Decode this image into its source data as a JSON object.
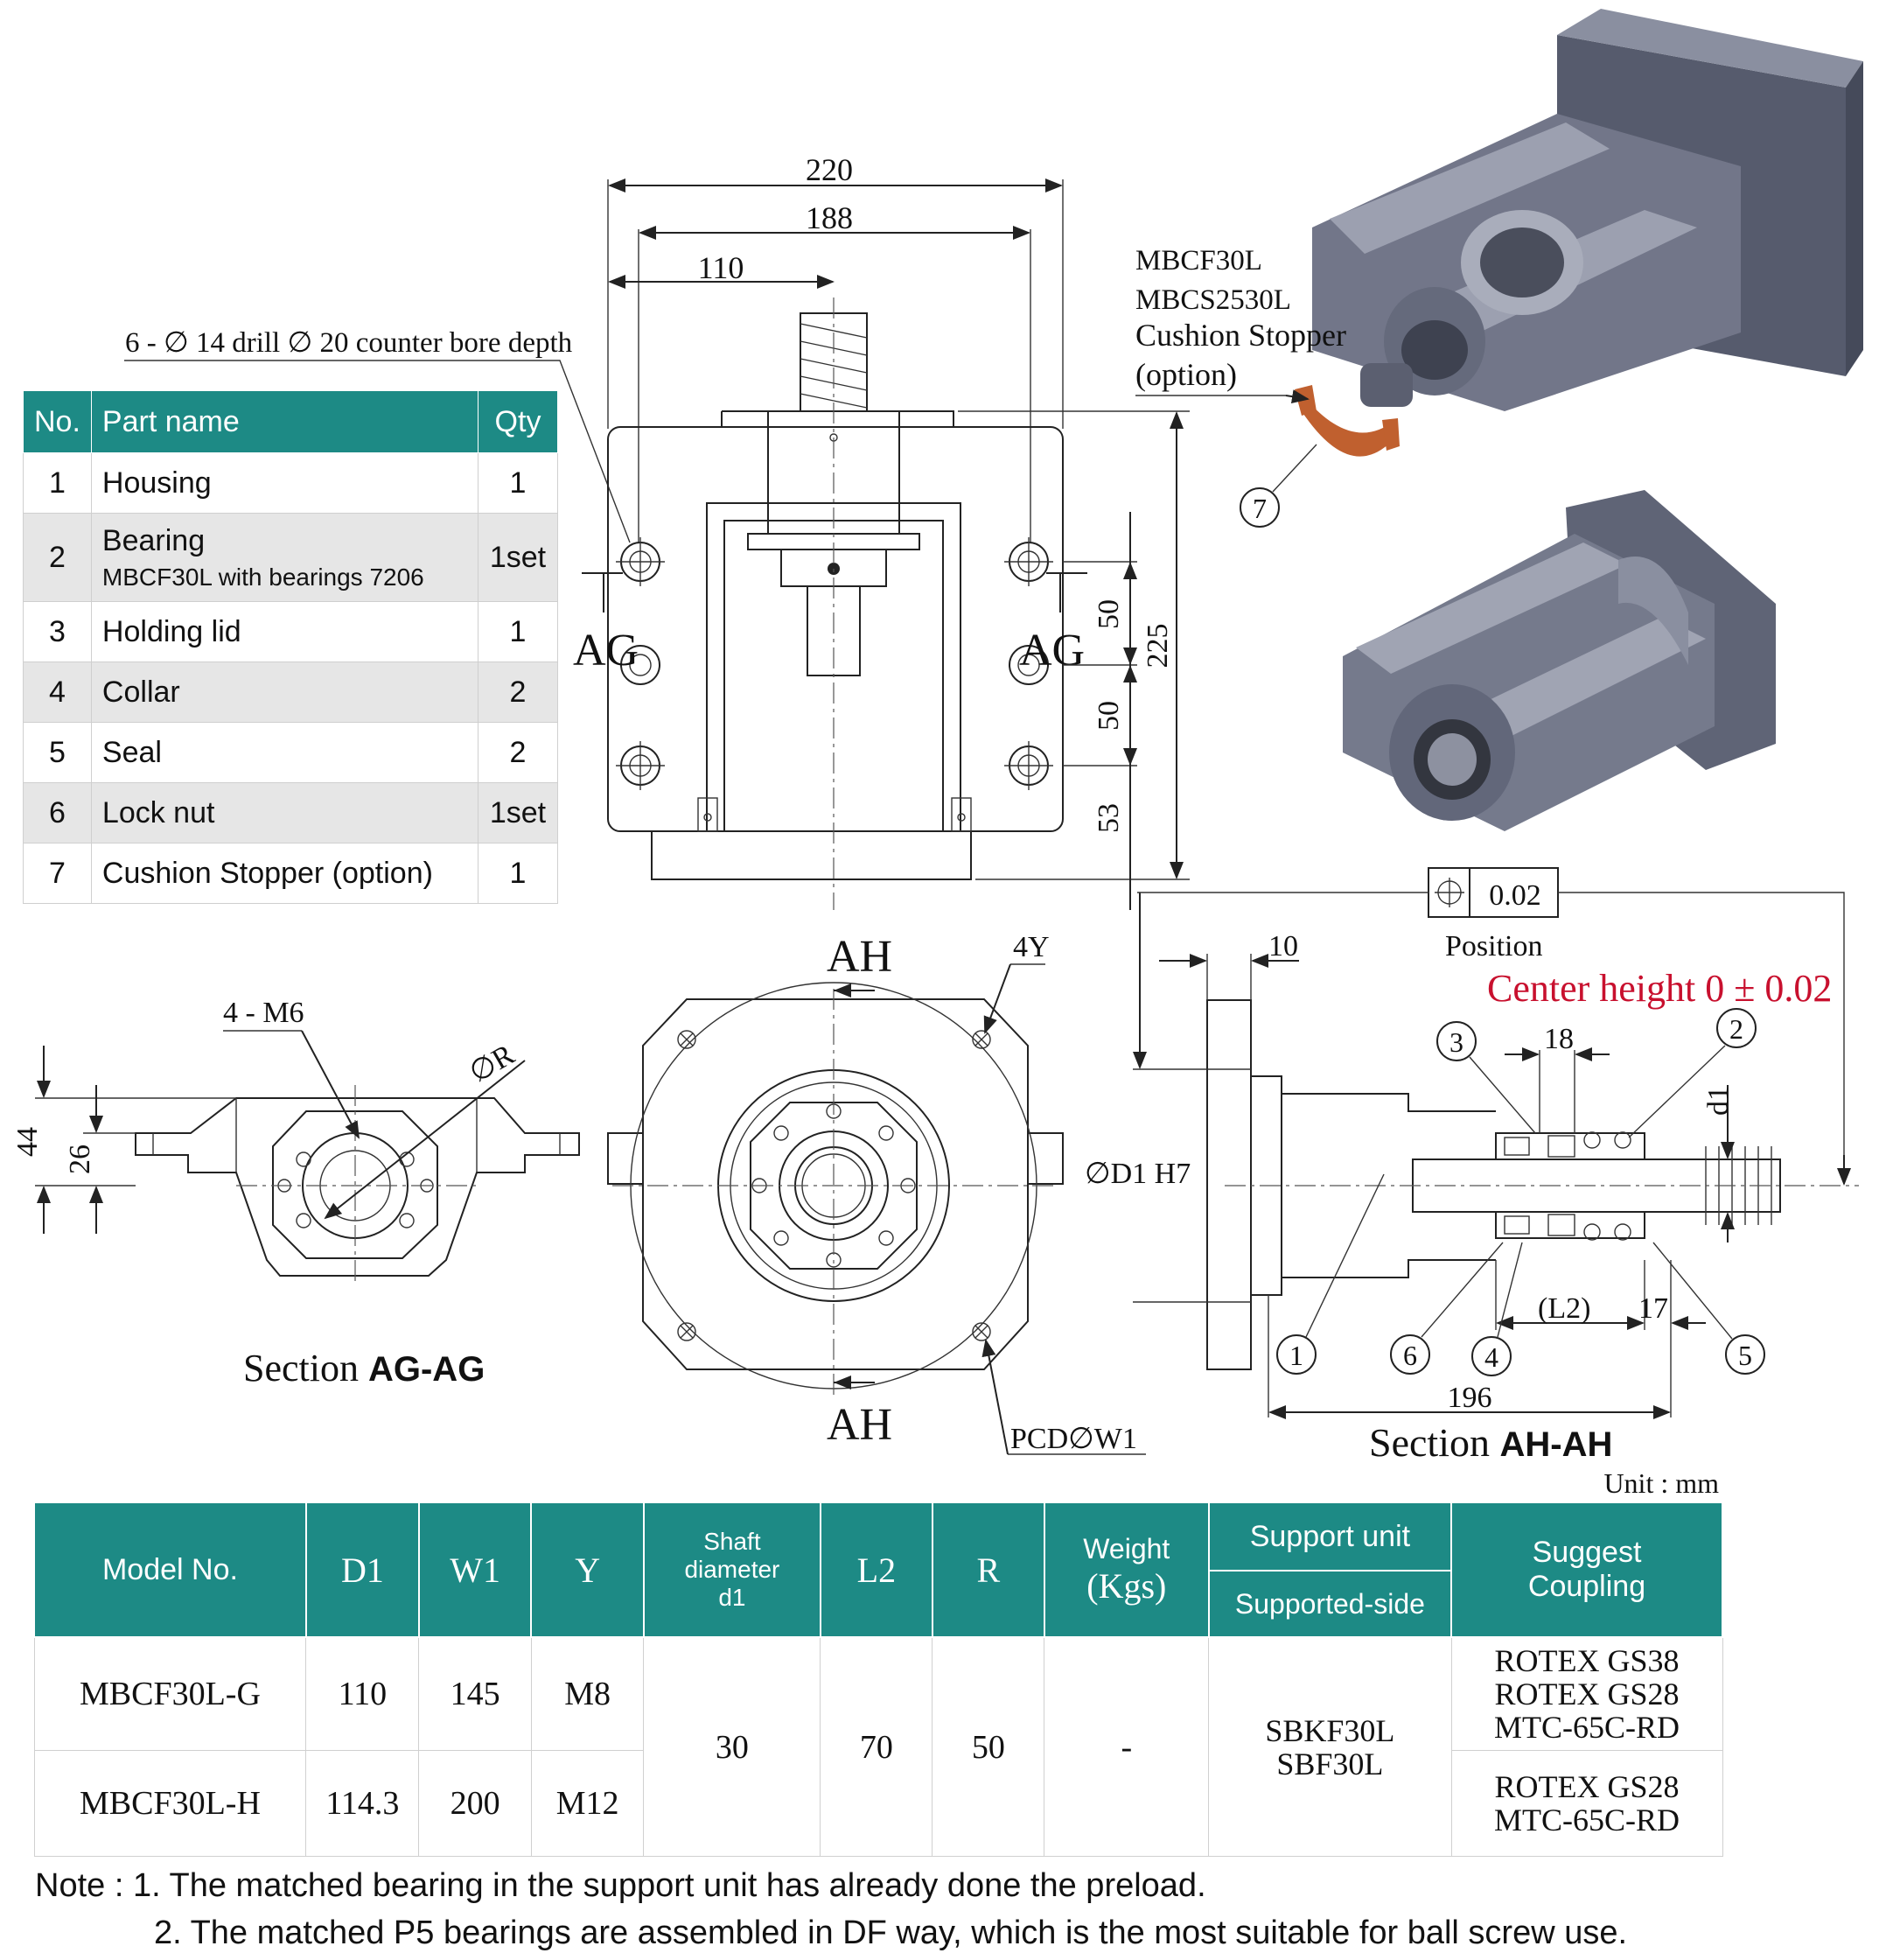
{
  "parts_table": {
    "headers": {
      "no": "No.",
      "name": "Part name",
      "qty": "Qty"
    },
    "rows": [
      {
        "no": "1",
        "name": "Housing",
        "qty": "1"
      },
      {
        "no": "2",
        "name": "Bearing",
        "detail": "MBCF30L  with bearings 7206",
        "qty": "1set"
      },
      {
        "no": "3",
        "name": "Holding lid",
        "qty": "1"
      },
      {
        "no": "4",
        "name": "Collar",
        "qty": "2"
      },
      {
        "no": "5",
        "name": "Seal",
        "qty": "2"
      },
      {
        "no": "6",
        "name": "Lock nut",
        "qty": "1set"
      },
      {
        "no": "7",
        "name": "Cushion Stopper (option)",
        "qty": "1"
      }
    ]
  },
  "drawing": {
    "dims_top": [
      "220",
      "188",
      "110"
    ],
    "hole_note": "6 - ∅ 14 drill ∅ 20 counter bore depth",
    "dims_right": [
      "50",
      "50",
      "53",
      "225"
    ],
    "section_mark_ag": "AG",
    "section_mark_ah": "AH",
    "cushion_labels": [
      "MBCF30L",
      "MBCS2530L",
      "Cushion Stopper",
      "(option)"
    ],
    "balloon_7": "7",
    "tolerance_value": "0.02",
    "tolerance_label": "Position",
    "center_height": "Center height 0 ± 0.02",
    "left_view": {
      "thread": "4 - M6",
      "radius": "∅R",
      "dim_44": "44",
      "dim_26": "26",
      "title_prefix": "Section ",
      "title_bold": "AG-AG"
    },
    "mid_view": {
      "y_label": "4Y",
      "pcd": "PCD∅W1"
    },
    "right_view": {
      "dim_10": "10",
      "dim_18": "18",
      "d1": "d1",
      "bore": "∅D1 H7",
      "l2": "(L2)",
      "dim_17": "17",
      "dim_196": "196",
      "balloons": [
        "1",
        "2",
        "3",
        "4",
        "5",
        "6"
      ],
      "title_prefix": "Section  ",
      "title_bold": "AH-AH"
    },
    "unit": "Unit : mm"
  },
  "spec_table": {
    "headers": {
      "model": "Model No.",
      "d1": "D1",
      "w1": "W1",
      "y": "Y",
      "shaft": [
        "Shaft",
        "diameter",
        "d1"
      ],
      "l2": "L2",
      "r": "R",
      "weight": "Weight",
      "weight_unit": "(Kgs)",
      "support": "Support unit",
      "supported": "Supported-side",
      "coupling": [
        "Suggest",
        "Coupling"
      ]
    },
    "rows": [
      {
        "model": "MBCF30L-G",
        "d1": "110",
        "w1": "145",
        "y": "M8",
        "coupling": [
          "ROTEX  GS38",
          "ROTEX  GS28",
          "MTC-65C-RD"
        ]
      },
      {
        "model": "MBCF30L-H",
        "d1": "114.3",
        "w1": "200",
        "y": "M12",
        "coupling": [
          "ROTEX  GS28",
          "MTC-65C-RD"
        ]
      }
    ],
    "shared": {
      "shaft": "30",
      "l2": "70",
      "r": "50",
      "weight": "-",
      "support": [
        "SBKF30L",
        "SBF30L"
      ]
    }
  },
  "notes": [
    "Note : 1. The matched bearing in the support unit has already done the preload.",
    "2. The matched P5 bearings are assembled in DF way, which is the most suitable for ball screw use."
  ],
  "colors": {
    "teal": "#1d8a85",
    "red": "#c8102e",
    "part_grey": "#6d7182",
    "stopper": "#c0602f"
  }
}
